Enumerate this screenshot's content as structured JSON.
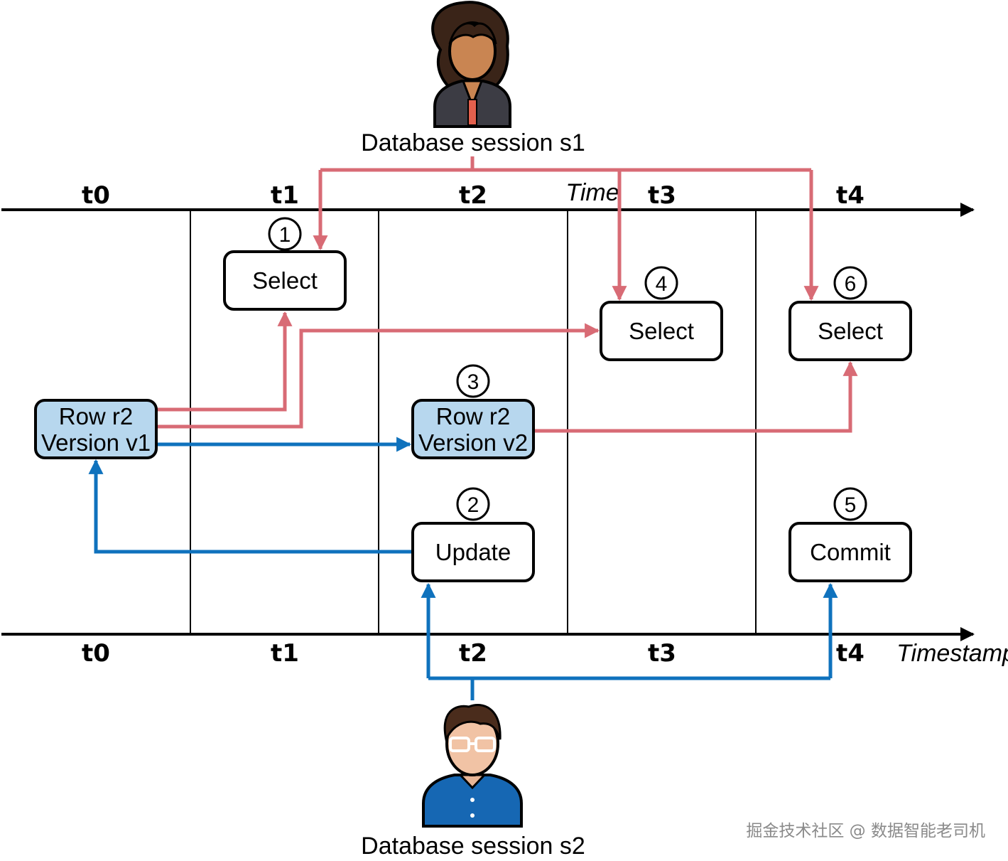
{
  "top_axis": {
    "title": "Time",
    "ticks": [
      "t0",
      "t1",
      "t2",
      "t3",
      "t4"
    ]
  },
  "bottom_axis": {
    "title": "Timestamp",
    "ticks": [
      "t0",
      "t1",
      "t2",
      "t3",
      "t4"
    ]
  },
  "sessions": {
    "s1": {
      "label": "Database session s1",
      "color": "#d86b75"
    },
    "s2": {
      "label": "Database session s2",
      "color": "#0f72bd"
    }
  },
  "operations": {
    "op1": {
      "step": "1",
      "label": "Select"
    },
    "op2": {
      "step": "2",
      "label": "Update"
    },
    "op3": {
      "step": "3",
      "label_line1": "Row r2",
      "label_line2": "Version v2"
    },
    "op4": {
      "step": "4",
      "label": "Select"
    },
    "op5": {
      "step": "5",
      "label": "Commit"
    },
    "op6": {
      "step": "6",
      "label": "Select"
    }
  },
  "row_v1": {
    "label_line1": "Row r2",
    "label_line2": "Version v1"
  },
  "colors": {
    "row_fill": "#b7d7ee",
    "box_stroke": "#000000"
  },
  "watermark": "掘金技术社区 @ 数据智能老司机"
}
